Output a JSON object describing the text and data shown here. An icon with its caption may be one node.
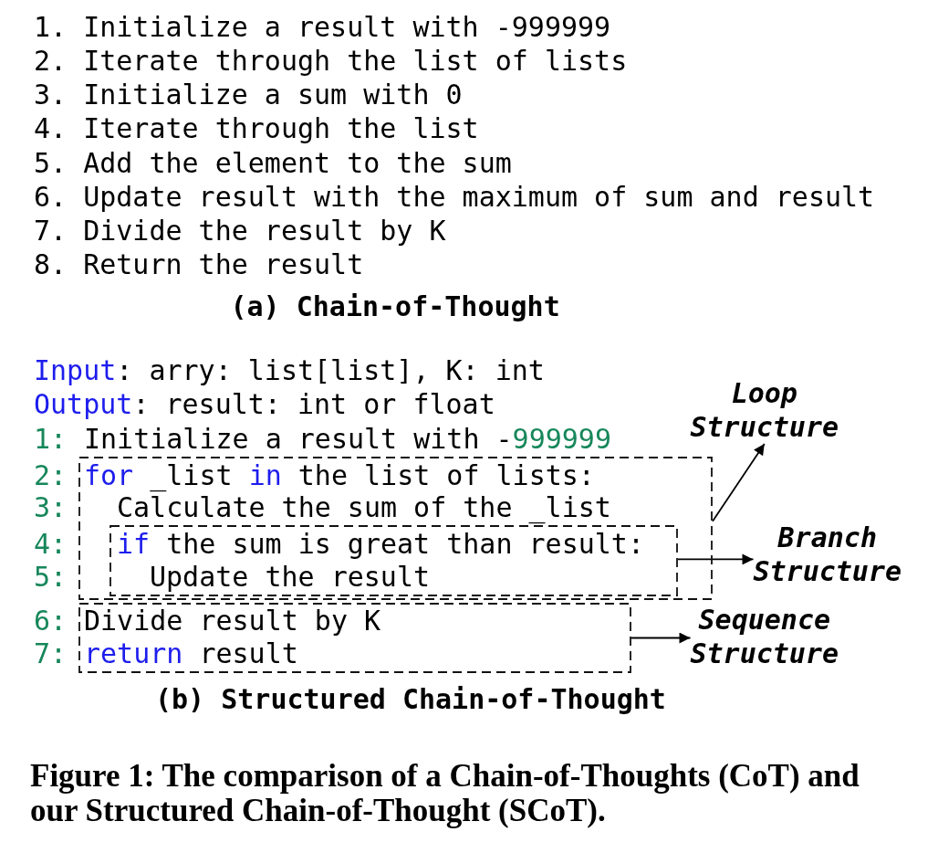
{
  "diagram": {
    "caption": "Figure 1: The comparison of a Chain-of-Thoughts (CoT) and our Structured Chain-of-Thought (SCoT).",
    "nodes": [
      {
        "text": [
          "for _list in the list of lists:",
          "Calculate the sum of the _list"
        ]
      },
      {
        "text": [
          "if the sum is great than result:",
          "Update the result"
        ],
        "in": 0
      },
      {
        "text": [
          "Divide result by K",
          "return result"
        ]
      },
      {
        "text": [
          "Loop Structure"
        ]
      },
      {
        "text": [
          "Branch Structure"
        ]
      },
      {
        "text": [
          "Sequence Structure"
        ]
      }
    ],
    "edges": [
      {
        "from": 0,
        "to": 3,
        "arrow": "to"
      },
      {
        "from": 1,
        "to": 4,
        "arrow": "to"
      },
      {
        "from": 2,
        "to": 5,
        "arrow": "to"
      }
    ],
    "labels": [
      "1. Initialize a result with -999999",
      "2. Iterate through the list of lists",
      "3. Initialize a sum with 0",
      "4. Iterate through the list",
      "5. Add the element to the sum",
      "6. Update result with the maximum of sum and result",
      "7. Divide the result by K",
      "8. Return the result",
      "(a) Chain-of-Thought",
      "Input: arry: list[list], K: int",
      "Output: result: int or float",
      "1:",
      "Initialize a result with -999999",
      "2:",
      "3:",
      "4:",
      "5:",
      "6:",
      "7:",
      "(b) Structured Chain-of-Thought"
    ]
  }
}
